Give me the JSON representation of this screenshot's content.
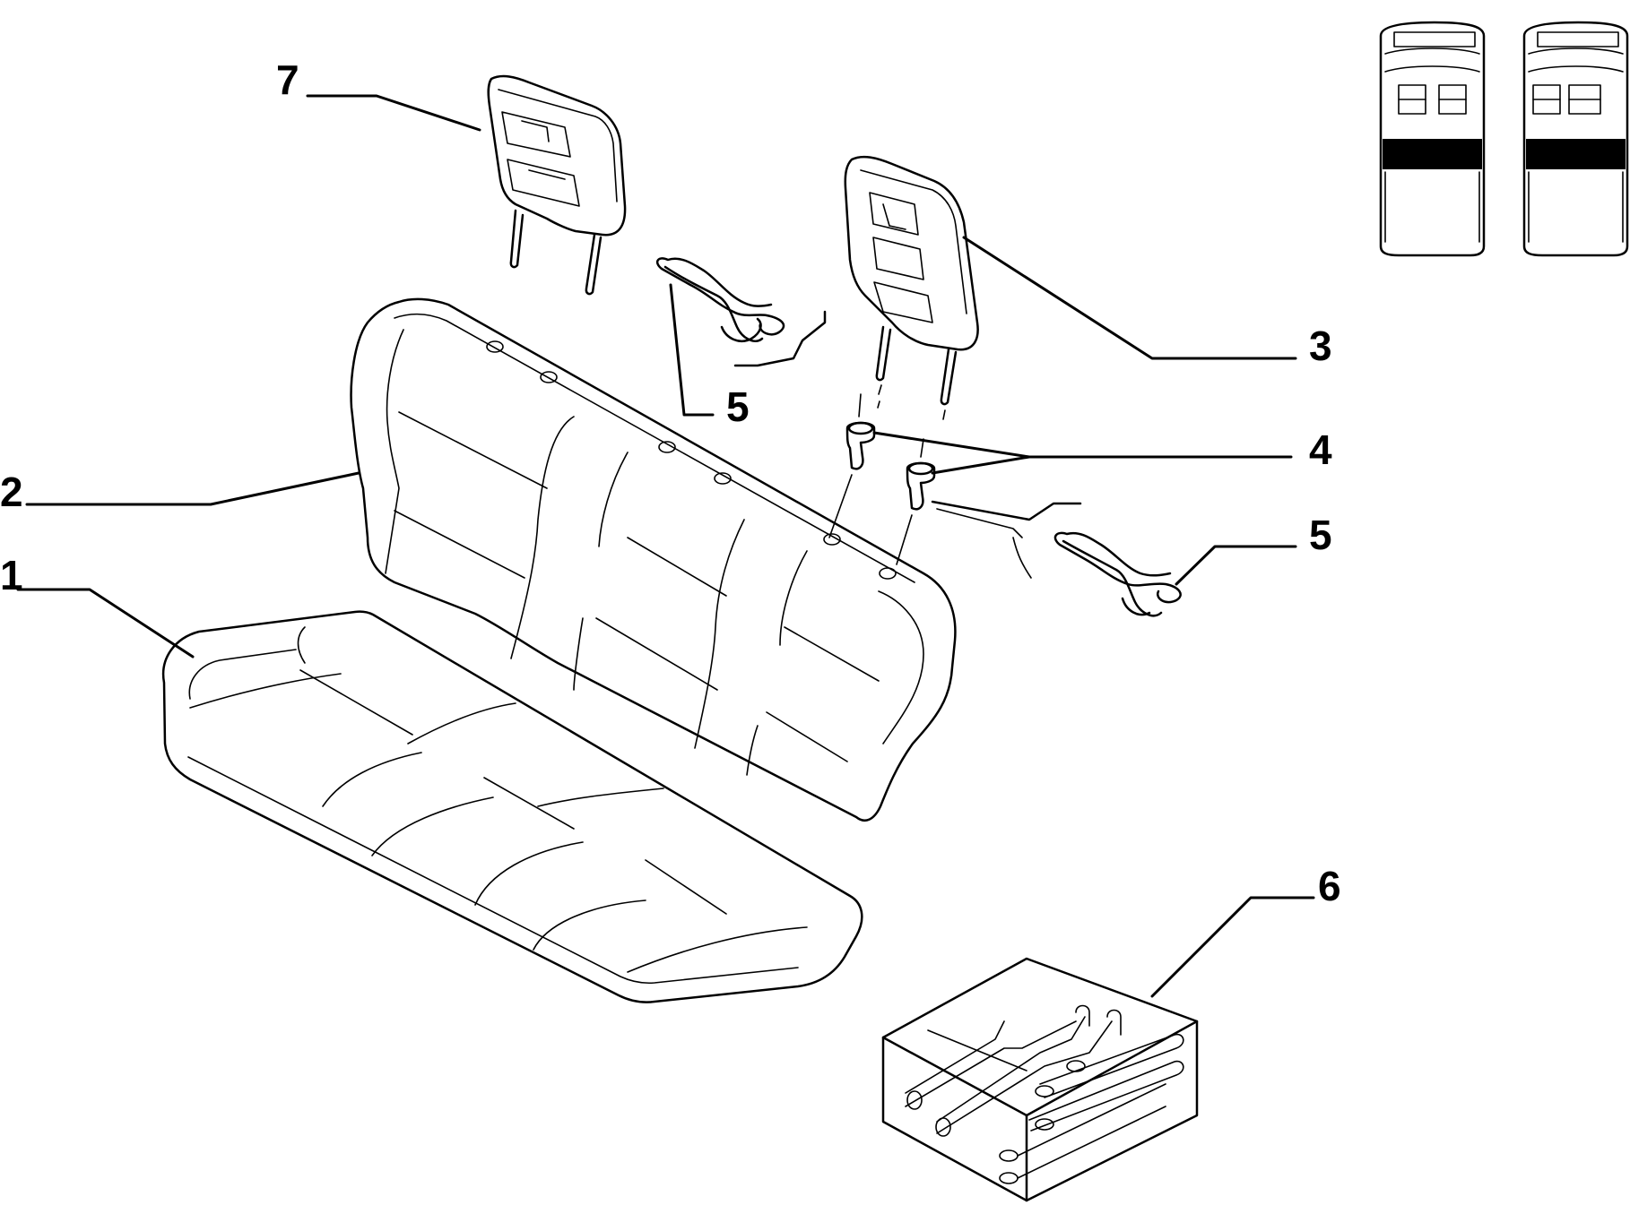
{
  "callouts": [
    {
      "id": "c1",
      "label": "1"
    },
    {
      "id": "c2",
      "label": "2"
    },
    {
      "id": "c3",
      "label": "3"
    },
    {
      "id": "c4",
      "label": "4"
    },
    {
      "id": "c5a",
      "label": "5"
    },
    {
      "id": "c5b",
      "label": "5"
    },
    {
      "id": "c6",
      "label": "6"
    },
    {
      "id": "c7",
      "label": "7"
    }
  ],
  "colors": {
    "stroke": "#000000",
    "background": "#ffffff"
  }
}
